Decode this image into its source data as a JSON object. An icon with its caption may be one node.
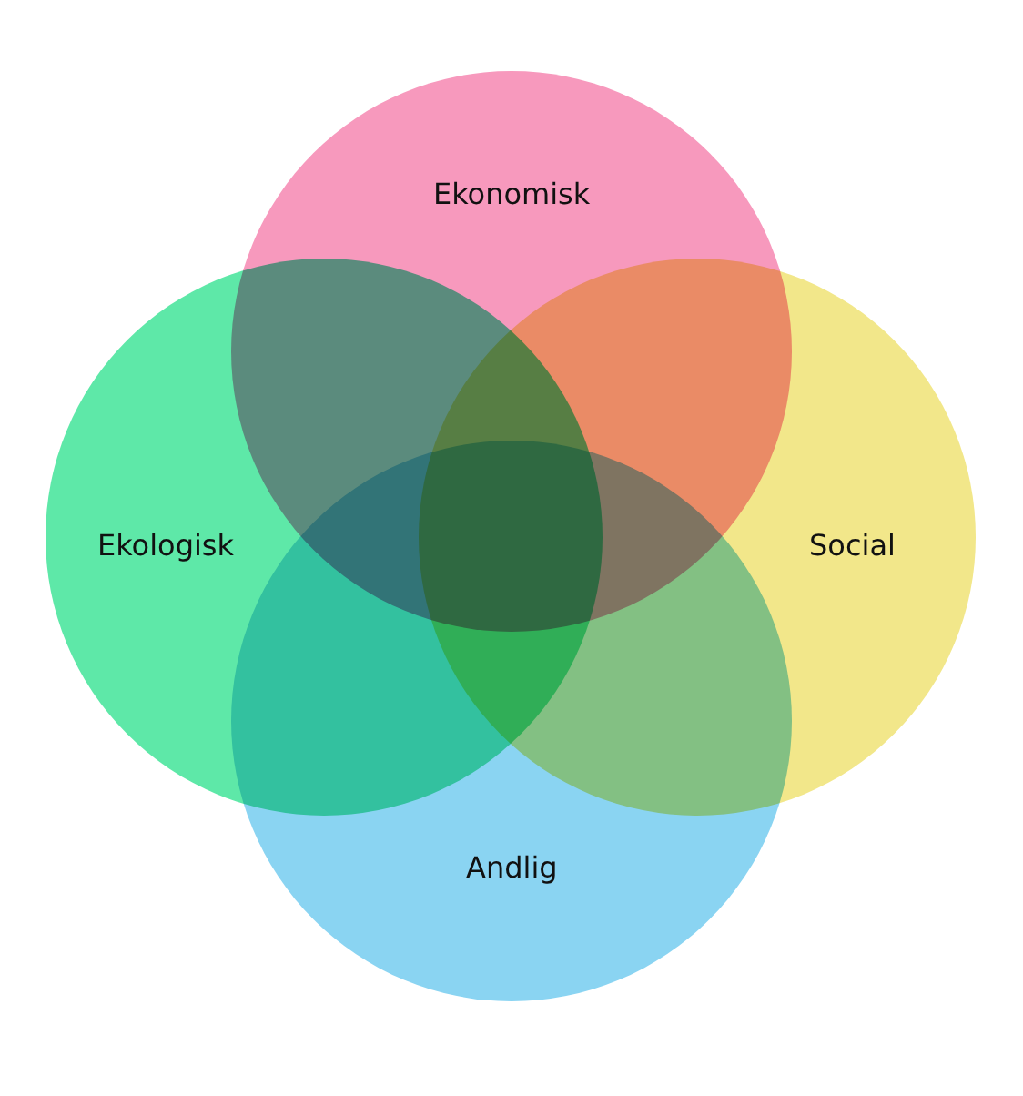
{
  "diagram": {
    "nodes": [
      {
        "text": [
          "Ekonomisk"
        ]
      },
      {
        "text": [
          "Ekologisk"
        ]
      },
      {
        "text": [
          "Social"
        ]
      },
      {
        "text": [
          "Andlig"
        ]
      }
    ]
  }
}
